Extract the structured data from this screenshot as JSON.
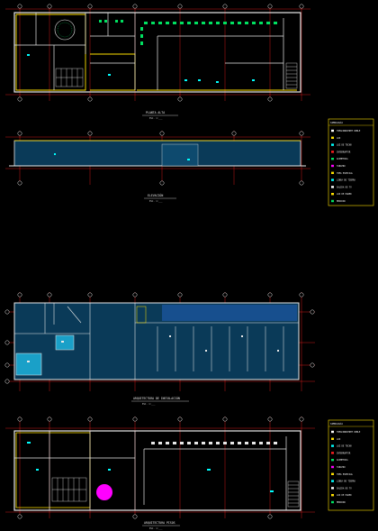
{
  "sheet": {
    "background": "#000000",
    "colors": {
      "wall": "#e8e8e8",
      "highlight": "#ffe000",
      "axis": "#ff2020",
      "equipment": "#00e060",
      "water": "#0a3a58",
      "pool": "#1aa0c8",
      "accent": "#ff00ff",
      "cyan": "#00ffff"
    }
  },
  "views": {
    "plan_top": {
      "title": "PLANTA ALTA",
      "scale": "ESC. 1:___"
    },
    "section": {
      "title": "ELEVACIÓN",
      "scale": "ESC. 1:___"
    },
    "plan_middle": {
      "title": "ARQUITECTURA DE INSTALACIÓN",
      "scale": "ESC. 1:___"
    },
    "plan_bottom": {
      "title": "ARQUITECTURA PISOS",
      "scale": "ESC. 1:___"
    }
  },
  "legend_top": {
    "header": "SIMBOLOGÍA",
    "items": [
      "TOMACORRIENTE DOBLE",
      "LUZ",
      "LUZ DE TECHO",
      "INTERRUPTOR",
      "ACOMETIDA",
      "TABLERO",
      "TOMA ESPECIAL",
      "LINEA DE TIERRA",
      "SALIDA DE TV",
      "LUZ DE PARED",
      "MEDIDOR"
    ]
  },
  "legend_bottom": {
    "header": "SIMBOLOGÍA",
    "items": [
      "TOMACORRIENTE DOBLE",
      "LUZ",
      "LUZ DE TECHO",
      "INTERRUPTOR",
      "ACOMETIDA",
      "TABLERO",
      "TOMA ESPECIAL",
      "LINEA DE TIERRA",
      "SALIDA DE TV",
      "LUZ DE PARED",
      "MEDIDOR"
    ]
  }
}
